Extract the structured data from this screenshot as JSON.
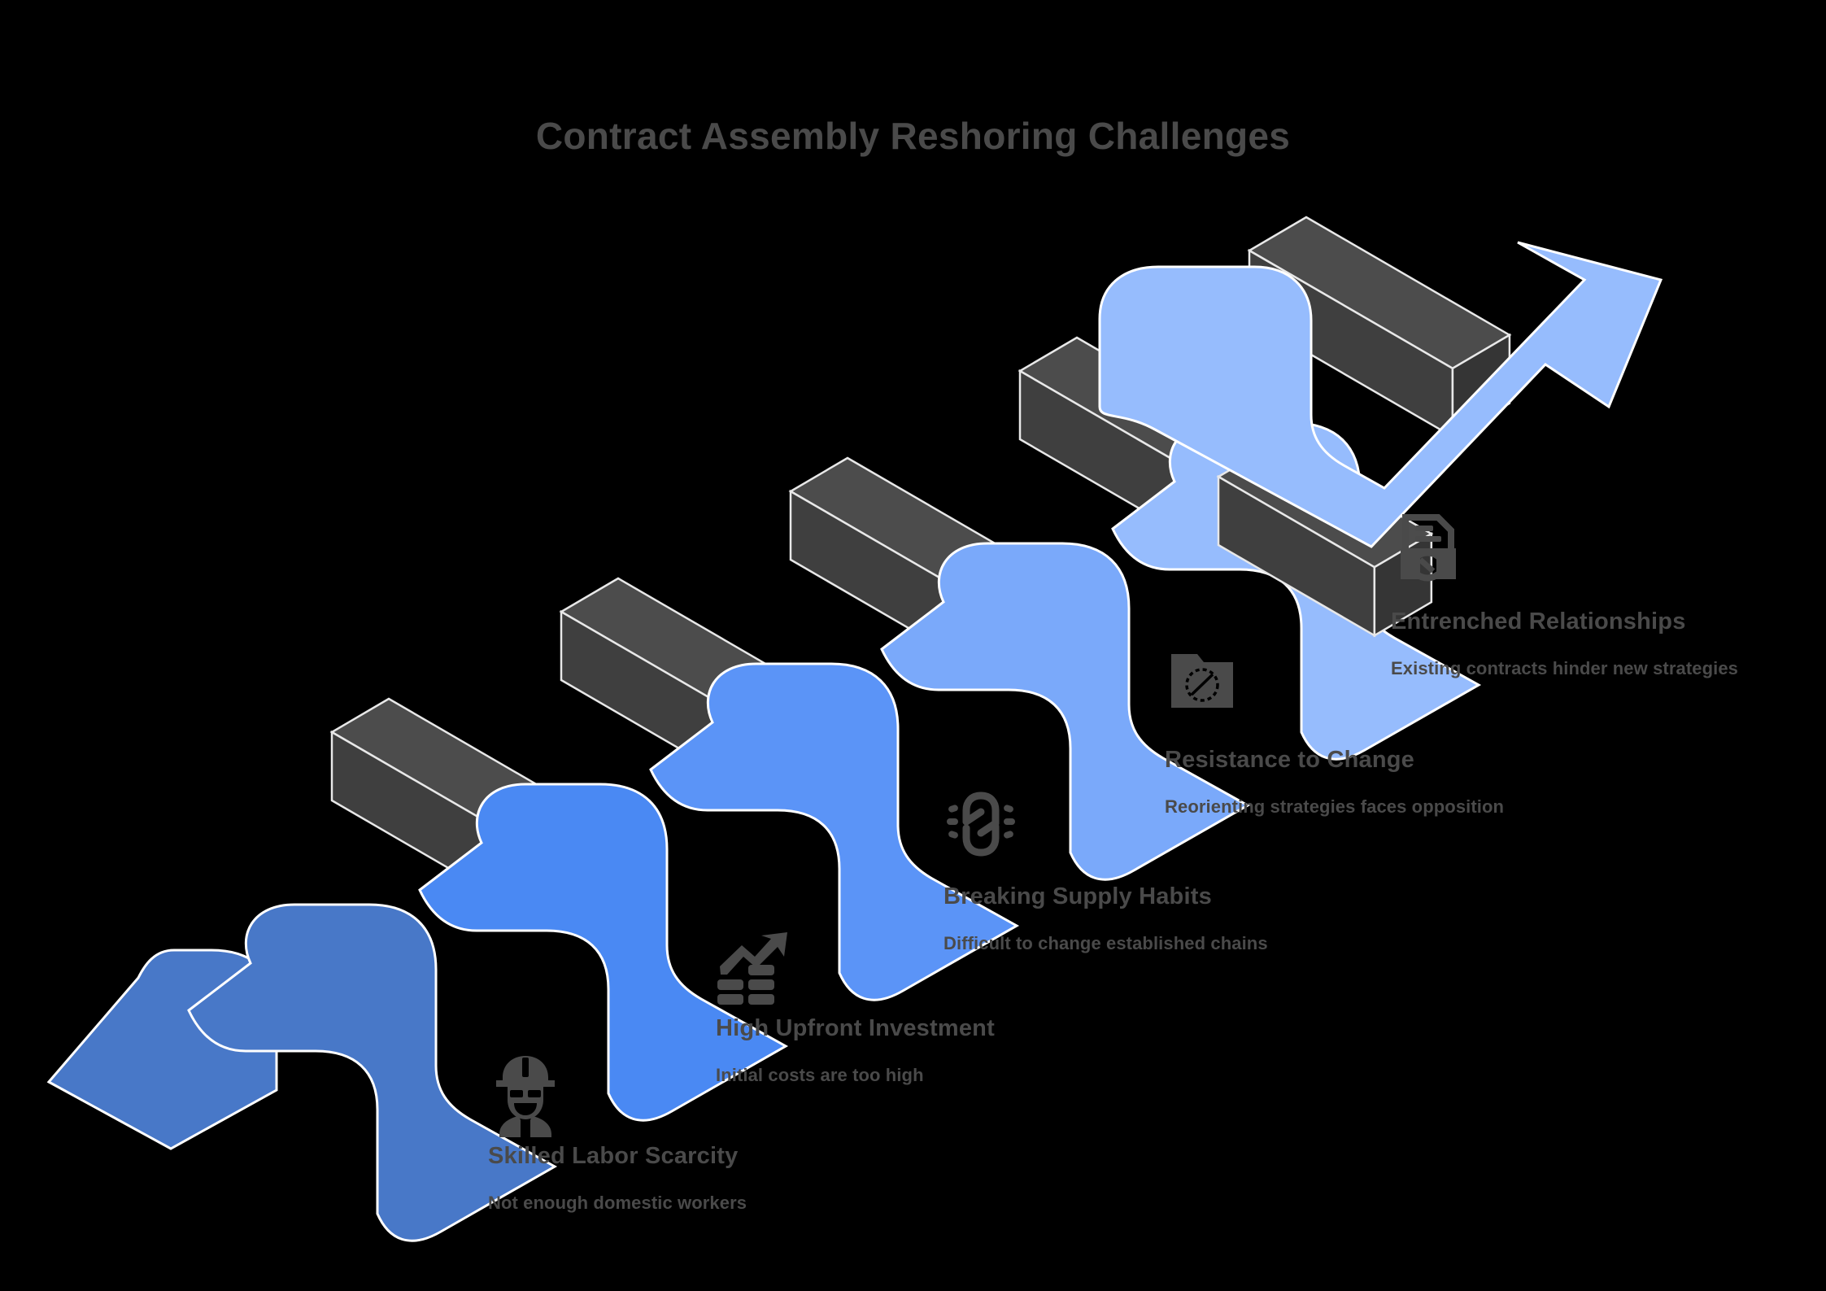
{
  "header": {
    "title": "Contract Assembly Reshoring Challenges",
    "title_color": "#4a4a4a"
  },
  "colors": {
    "background": "#000000",
    "ribbon_1": "#4878c8",
    "ribbon_2": "#4a89f3",
    "ribbon_3": "#5b94f7",
    "ribbon_4": "#7aa9fa",
    "ribbon_5": "#96bcfd",
    "arrow": "#96bcfd",
    "block_top": "#4c4c4c",
    "block_front": "#3f3f3f",
    "block_side": "#353535",
    "block_outline": "#e8e8e8",
    "text": "#4a4a4a"
  },
  "steps": [
    {
      "index": 1,
      "title": "Skilled Labor Scarcity",
      "description": "Not enough domestic workers",
      "icon": "hard-hat-worker-icon"
    },
    {
      "index": 2,
      "title": "High Upfront Investment",
      "description": "Initial costs are too high",
      "icon": "growth-chart-icon"
    },
    {
      "index": 3,
      "title": "Breaking Supply Habits",
      "description": "Difficult to change established chains",
      "icon": "broken-chain-icon"
    },
    {
      "index": 4,
      "title": "Resistance to Change",
      "description": "Reorienting strategies faces opposition",
      "icon": "blocked-folder-icon"
    },
    {
      "index": 5,
      "title": "Entrenched Relationships",
      "description": "Existing contracts hinder new strategies",
      "icon": "contract-handshake-icon"
    }
  ]
}
